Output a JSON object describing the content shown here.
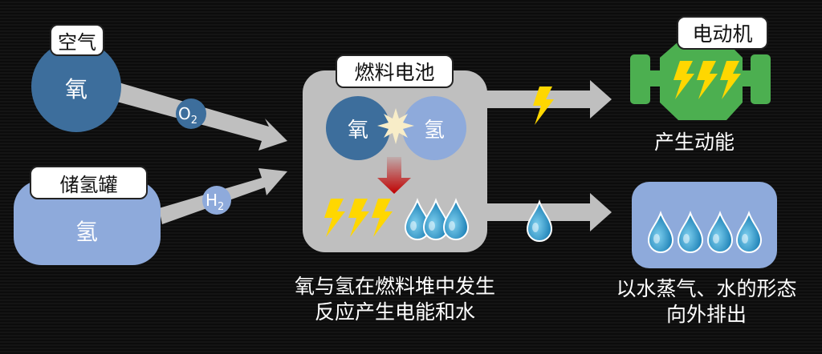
{
  "oxygen_source": {
    "label": "空气",
    "element": "氧",
    "molecule": "O",
    "subscript": "2"
  },
  "hydrogen_source": {
    "label": "储氢罐",
    "element": "氢",
    "molecule": "H",
    "subscript": "2"
  },
  "fuel_cell": {
    "label": "燃料电池",
    "oxygen": "氧",
    "hydrogen": "氢",
    "caption_line1": "氧与氢在燃料堆中发生",
    "caption_line2": "反应产生电能和水"
  },
  "motor": {
    "label": "电动机",
    "caption": "产生动能",
    "color": "#4caf50"
  },
  "water_output": {
    "caption_line1": "以水蒸气、水的形态",
    "caption_line2": "向外排出",
    "color": "#8eaadb"
  },
  "colors": {
    "oxygen": "#3d6e9c",
    "hydrogen": "#8eaadb",
    "arrow": "#bfbfbf",
    "bolt": "#ffd700"
  }
}
